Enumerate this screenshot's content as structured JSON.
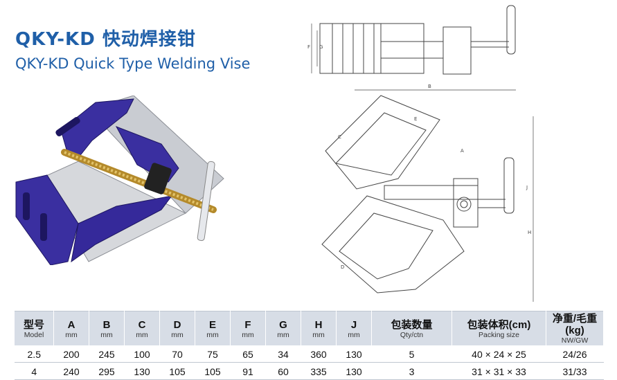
{
  "header": {
    "title_cn": "QKY-KD 快动焊接钳",
    "title_en": "QKY-KD Quick Type Welding Vise"
  },
  "colors": {
    "title_blue": "#1f5fa8",
    "vise_blue": "#3a2fa0",
    "table_header_bg": "#d7dde6"
  },
  "drawing_labels": {
    "top_f": "F",
    "top_g": "G",
    "b": "B",
    "c": "C",
    "e": "E",
    "a": "A",
    "d": "D",
    "h": "H",
    "j": "J"
  },
  "table": {
    "columns": [
      {
        "cn": "型号",
        "en": "Model"
      },
      {
        "cn": "A",
        "en": "mm"
      },
      {
        "cn": "B",
        "en": "mm"
      },
      {
        "cn": "C",
        "en": "mm"
      },
      {
        "cn": "D",
        "en": "mm"
      },
      {
        "cn": "E",
        "en": "mm"
      },
      {
        "cn": "F",
        "en": "mm"
      },
      {
        "cn": "G",
        "en": "mm"
      },
      {
        "cn": "H",
        "en": "mm"
      },
      {
        "cn": "J",
        "en": "mm"
      },
      {
        "cn": "包装数量",
        "en": "Qty/ctn"
      },
      {
        "cn": "包装体积(cm)",
        "en": "Packing size"
      },
      {
        "cn": "净重/毛重(kg)",
        "en": "NW/GW"
      }
    ],
    "rows": [
      [
        "2.5",
        "200",
        "245",
        "100",
        "70",
        "75",
        "65",
        "34",
        "360",
        "130",
        "5",
        "40 × 24 × 25",
        "24/26"
      ],
      [
        "4",
        "240",
        "295",
        "130",
        "105",
        "105",
        "91",
        "60",
        "335",
        "130",
        "3",
        "31 × 31 × 33",
        "31/33"
      ]
    ]
  }
}
